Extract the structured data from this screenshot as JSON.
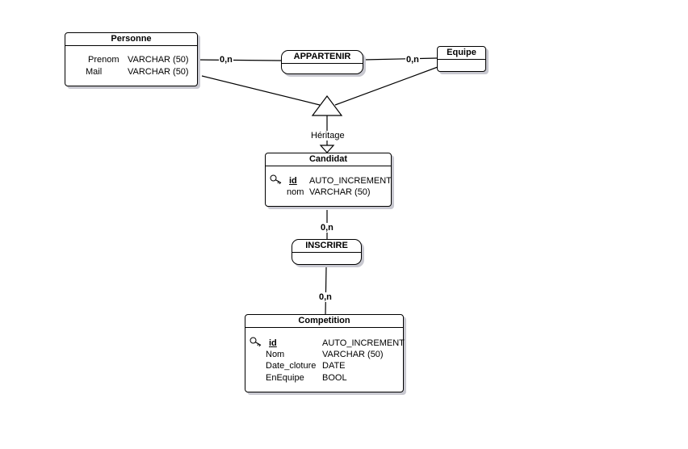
{
  "entities": {
    "personne": {
      "title": "Personne",
      "attrs": [
        {
          "name": "Prenom",
          "type": "VARCHAR (50)"
        },
        {
          "name": "Mail",
          "type": "VARCHAR (50)"
        }
      ]
    },
    "equipe": {
      "title": "Equipe"
    },
    "candidat": {
      "title": "Candidat",
      "attrs": [
        {
          "name": "id",
          "type": "AUTO_INCREMENT"
        },
        {
          "name": "nom",
          "type": "VARCHAR (50)"
        }
      ]
    },
    "competition": {
      "title": "Competition",
      "attrs": [
        {
          "name": "id",
          "type": "AUTO_INCREMENT"
        },
        {
          "name": "Nom",
          "type": "VARCHAR (50)"
        },
        {
          "name": "Date_cloture",
          "type": "DATE"
        },
        {
          "name": "EnEquipe",
          "type": "BOOL"
        }
      ]
    }
  },
  "associations": {
    "appartenir": {
      "title": "APPARTENIR"
    },
    "inscrire": {
      "title": "INSCRIRE"
    }
  },
  "cardinalities": {
    "personne_appartenir": "0,n",
    "equipe_appartenir": "0,n",
    "candidat_inscrire": "0,n",
    "competition_inscrire": "0,n"
  },
  "inheritance": {
    "label": "Héritage"
  },
  "icons": {
    "primary_key": "key-icon"
  }
}
